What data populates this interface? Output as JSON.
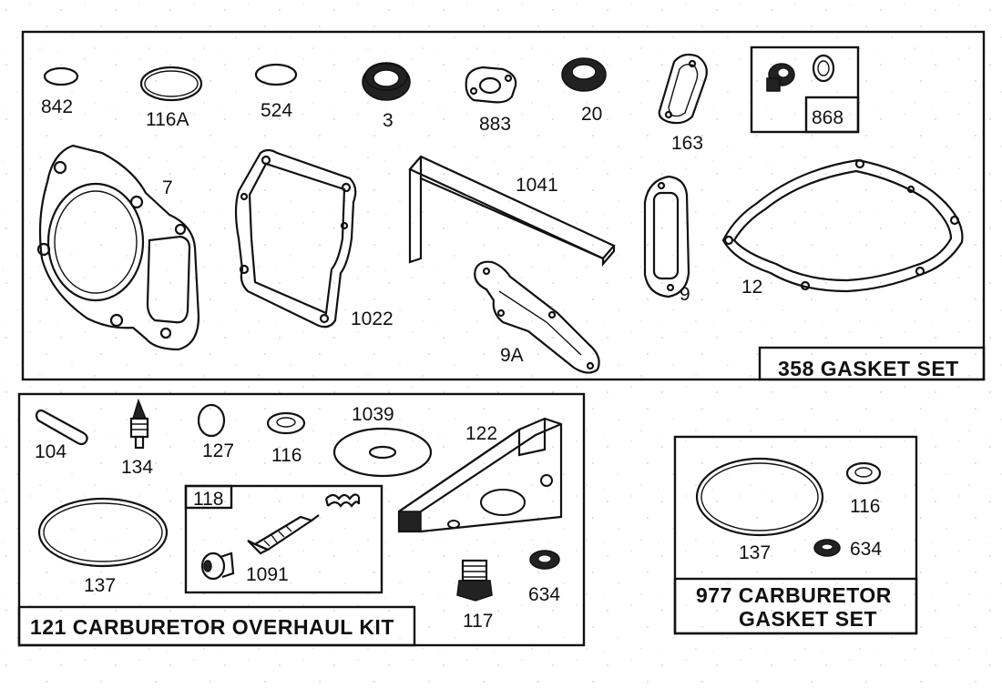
{
  "gasket_set": {
    "label": "358 GASKET SET",
    "parts": {
      "p842": "842",
      "p116a": "116A",
      "p524": "524",
      "p3": "3",
      "p883": "883",
      "p20": "20",
      "p163": "163",
      "p868": "868",
      "p7": "7",
      "p1041": "1041",
      "p1022": "1022",
      "p9": "9",
      "p9a": "9A",
      "p12": "12"
    }
  },
  "overhaul_kit": {
    "label": "121 CARBURETOR OVERHAUL KIT",
    "parts": {
      "p104": "104",
      "p134": "134",
      "p127": "127",
      "p116": "116",
      "p1039": "1039",
      "p122": "122",
      "p118": "118",
      "p1091": "1091",
      "p137": "137",
      "p117": "117",
      "p634": "634"
    }
  },
  "carb_gasket_set": {
    "label_line1": "977 CARBURETOR",
    "label_line2": "GASKET SET",
    "parts": {
      "p116": "116",
      "p137": "137",
      "p634": "634"
    }
  }
}
